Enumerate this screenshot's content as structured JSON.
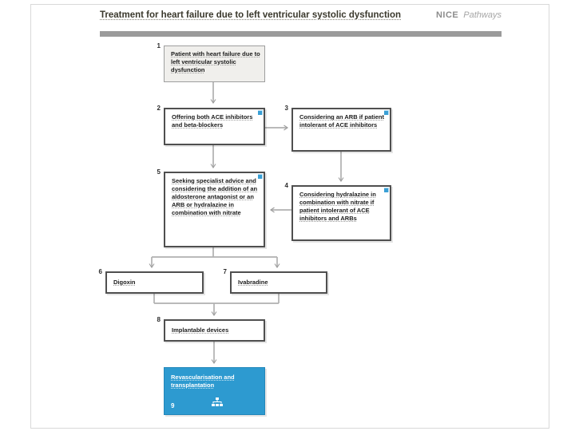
{
  "header": {
    "title": "Treatment for heart failure due to left ventricular systolic dysfunction",
    "brand_nice": "NICE",
    "brand_pathways": "Pathways"
  },
  "colors": {
    "accent_blue": "#2d9ad0",
    "divider_gray": "#9b9b9b",
    "arrow_gray": "#b0b0b0",
    "node_border": "#4f4f4f"
  },
  "nodes": {
    "n1": {
      "number": "1",
      "label": "Patient with heart failure due to left ventricular systolic dysfunction"
    },
    "n2": {
      "number": "2",
      "label": "Offering both ACE inhibitors and beta-blockers"
    },
    "n3": {
      "number": "3",
      "label": "Considering an ARB if patient intolerant of ACE inhibitors"
    },
    "n4": {
      "number": "4",
      "label": "Considering hydralazine in combination with nitrate if patient intolerant of ACE inhibitors and ARBs"
    },
    "n5": {
      "number": "5",
      "label": "Seeking specialist advice and considering the addition of an aldosterone antagonist or an ARB or hydralazine in combination with nitrate"
    },
    "n6": {
      "number": "6",
      "label": "Digoxin"
    },
    "n7": {
      "number": "7",
      "label": "Ivabradine"
    },
    "n8": {
      "number": "8",
      "label": "Implantable devices"
    },
    "n9": {
      "number": "9",
      "label": "Revascularisation and transplantation"
    }
  },
  "edges": [
    {
      "from": "n1",
      "to": "n2"
    },
    {
      "from": "n2",
      "to": "n3"
    },
    {
      "from": "n2",
      "to": "n5"
    },
    {
      "from": "n3",
      "to": "n4"
    },
    {
      "from": "n4",
      "to": "n5"
    },
    {
      "from": "n5",
      "to": "n6"
    },
    {
      "from": "n5",
      "to": "n7"
    },
    {
      "from": "n6",
      "to": "n8"
    },
    {
      "from": "n7",
      "to": "n8"
    },
    {
      "from": "n8",
      "to": "n9"
    }
  ]
}
